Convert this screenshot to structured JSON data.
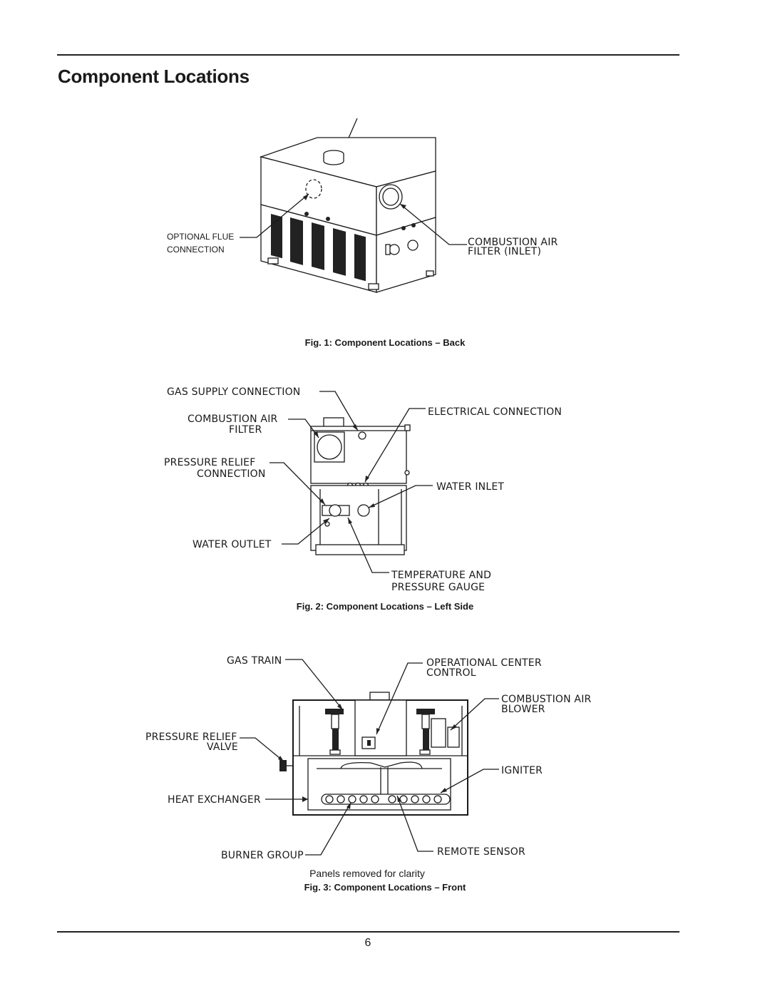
{
  "page": {
    "title": "Component Locations",
    "number": "6"
  },
  "fig1": {
    "caption": "Fig. 1: Component Locations – Back",
    "labels": {
      "optional_flue_1": "OPTIONAL FLUE",
      "optional_flue_2": "CONNECTION",
      "air_filter_1": "COMBUSTION AIR",
      "air_filter_2": "FILTER (INLET)"
    }
  },
  "fig2": {
    "caption": "Fig. 2: Component Locations – Left Side",
    "labels": {
      "gas_supply": "GAS SUPPLY CONNECTION",
      "air_filter_1": "COMBUSTION AIR",
      "air_filter_2": "FILTER",
      "pressure_relief_1": "PRESSURE RELIEF",
      "pressure_relief_2": "CONNECTION",
      "water_outlet": "WATER OUTLET",
      "electrical": "ELECTRICAL CONNECTION",
      "water_inlet": "WATER INLET",
      "temp_gauge_1": "TEMPERATURE AND",
      "temp_gauge_2": "PRESSURE GAUGE"
    }
  },
  "fig3": {
    "caption": "Fig. 3: Component Locations – Front",
    "note": "Panels removed for clarity",
    "labels": {
      "gas_train": "GAS TRAIN",
      "op_center_1": "OPERATIONAL CENTER",
      "op_center_2": "CONTROL",
      "blower_1": "COMBUSTION AIR",
      "blower_2": "BLOWER",
      "relief_valve_1": "PRESSURE RELIEF",
      "relief_valve_2": "VALVE",
      "igniter": "IGNITER",
      "heat_exchanger": "HEAT EXCHANGER",
      "burner_group": "BURNER GROUP",
      "remote_sensor": "REMOTE SENSOR"
    }
  }
}
